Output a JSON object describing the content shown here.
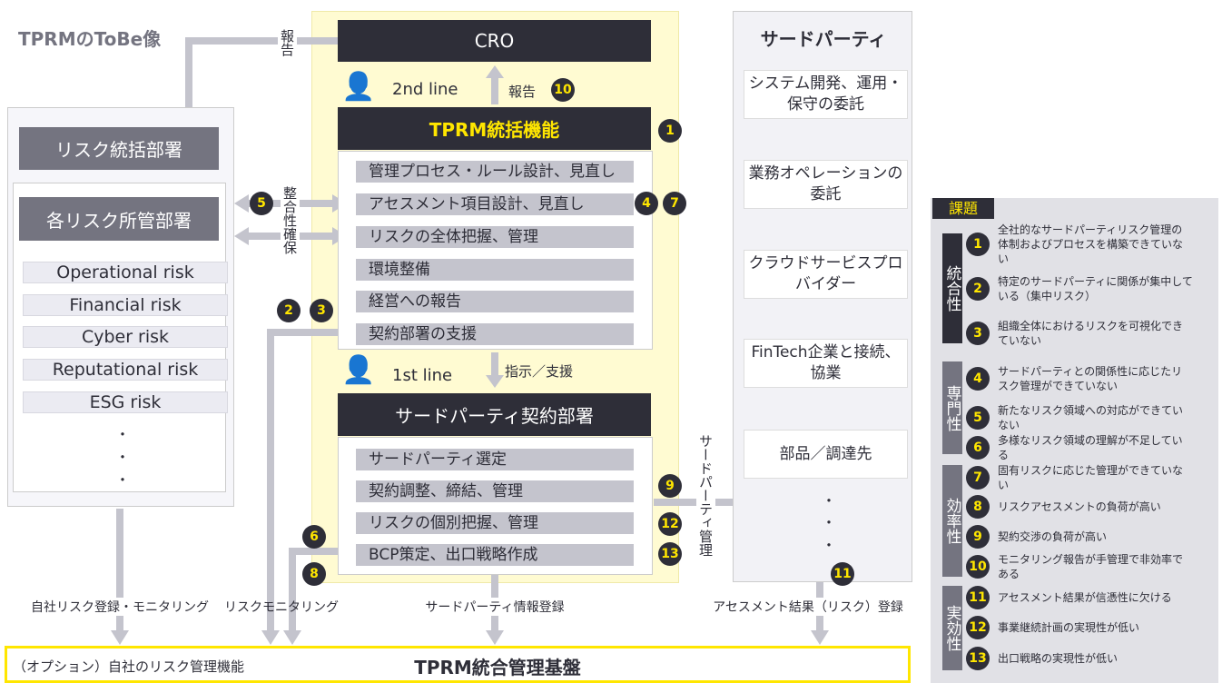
{
  "title": "TPRMのToBe像",
  "cro": "CRO",
  "report_top": "報告",
  "report_cro": "報告",
  "second_line": "2nd line",
  "first_line": "1st line",
  "tprm_function": {
    "title": "TPRM統括機能",
    "items": [
      "管理プロセス・ルール設計、見直し",
      "アセスメント項目設計、見直し",
      "リスクの全体把握、管理",
      "環境整備",
      "経営への報告",
      "契約部署の支援"
    ]
  },
  "instruction": "指示／支援",
  "contract_dept": {
    "title": "サードパーティ契約部署",
    "items": [
      "サードパーティ選定",
      "契約調整、締結、管理",
      "リスクの個別把握、管理",
      "BCP策定、出口戦略作成"
    ]
  },
  "left": {
    "risk_control": "リスク統括部署",
    "risk_owner": "各リスク所管部署",
    "risks": [
      "Operational risk",
      "Financial risk",
      "Cyber risk",
      "Reputational risk",
      "ESG risk"
    ],
    "dots": [
      "・",
      "・",
      "・"
    ]
  },
  "alignment": "整合性確保",
  "third_party": {
    "title": "サードパーティ",
    "items": [
      "システム開発、運用・保守の委託",
      "業務オペレーションの委託",
      "クラウドサービスプロバイダー",
      "FinTech企業と接続、協業",
      "部品／調達先"
    ],
    "dots": [
      "・",
      "・",
      "・"
    ]
  },
  "tp_management": "サードパーティ管理",
  "flows": {
    "own_risk": "自社リスク登録・モニタリング",
    "risk_monitoring": "リスクモニタリング",
    "tp_info": "サードパーティ情報登録",
    "assessment": "アセスメント結果（リスク）登録"
  },
  "platform": {
    "option": "（オプション）自社のリスク管理機能",
    "title": "TPRM統合管理基盤"
  },
  "badges": [
    "1",
    "2",
    "3",
    "4",
    "5",
    "6",
    "7",
    "8",
    "9",
    "10",
    "11",
    "12",
    "13"
  ],
  "issues": {
    "header": "課題",
    "categories": [
      "統合性",
      "専門性",
      "効率性",
      "実効性"
    ],
    "items": [
      "全社的なサードパーティリスク管理の体制およびプロセスを構築できていない",
      "特定のサードパーティに関係が集中している（集中リスク）",
      "組織全体におけるリスクを可視化できていない",
      "サードパーティとの関係性に応じたリスク管理ができていない",
      "新たなリスク領域への対応ができていない",
      "多様なリスク領域の理解が不足している",
      "固有リスクに応じた管理ができていない",
      "リスクアセスメントの負荷が高い",
      "契約交渉の負荷が高い",
      "モニタリング報告が手管理で非効率である",
      "アセスメント結果が信憑性に欠ける",
      "事業継続計画の実現性が低い",
      "出口戦略の実現性が低い"
    ]
  },
  "colors": {
    "dark": "#2e2e38",
    "yellow": "#ffe600",
    "gray": "#c4c4cd"
  }
}
